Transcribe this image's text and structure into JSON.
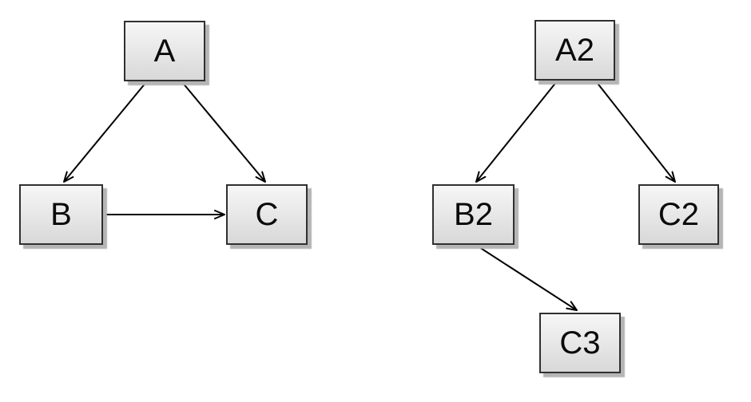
{
  "page": {
    "background": "#ffffff"
  },
  "diagram": {
    "graphs": [
      {
        "name": "left-graph",
        "nodes": [
          {
            "id": "A",
            "label": "A"
          },
          {
            "id": "B",
            "label": "B"
          },
          {
            "id": "C",
            "label": "C"
          }
        ],
        "edges": [
          {
            "from": "A",
            "to": "B",
            "directed": true
          },
          {
            "from": "A",
            "to": "C",
            "directed": true
          },
          {
            "from": "B",
            "to": "C",
            "directed": true
          }
        ]
      },
      {
        "name": "right-graph",
        "nodes": [
          {
            "id": "A2",
            "label": "A2"
          },
          {
            "id": "B2",
            "label": "B2"
          },
          {
            "id": "C2",
            "label": "C2"
          },
          {
            "id": "C3",
            "label": "C3"
          }
        ],
        "edges": [
          {
            "from": "A2",
            "to": "B2",
            "directed": true
          },
          {
            "from": "A2",
            "to": "C2",
            "directed": true
          },
          {
            "from": "B2",
            "to": "C3",
            "directed": true
          }
        ]
      }
    ],
    "colors": {
      "node_fill_top": "#f6f6f6",
      "node_fill_bottom": "#d8d8d8",
      "node_border": "#303030",
      "node_shadow": "#b5b5b5",
      "edge_stroke": "#000000",
      "label_color": "#0b0b0b",
      "canvas_background": "#ffffff"
    }
  }
}
